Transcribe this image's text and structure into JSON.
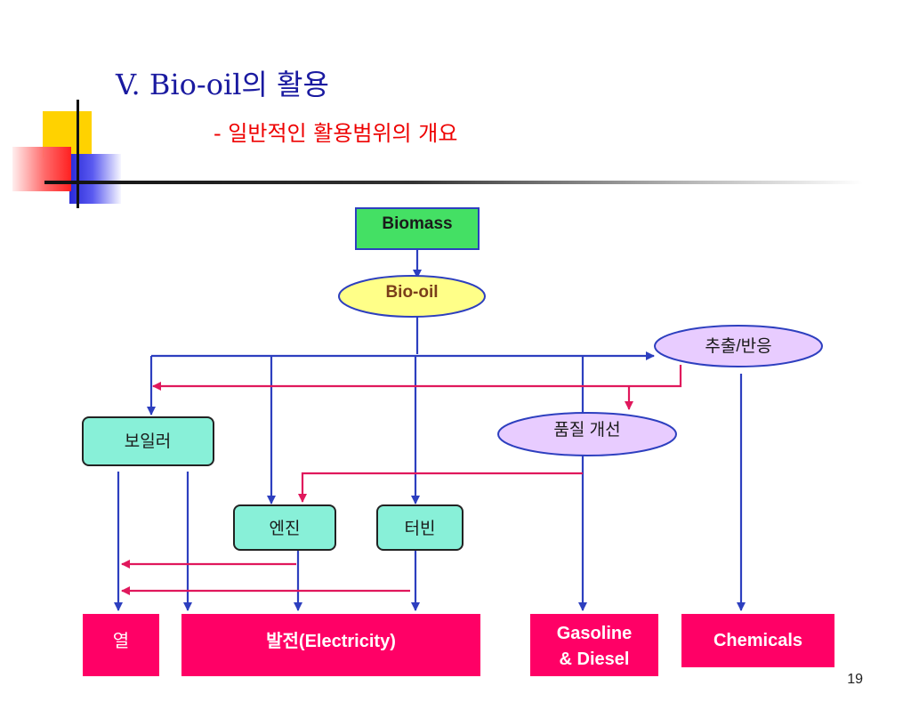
{
  "title": "V. Bio-oil의 활용",
  "subtitle": "- 일반적인 활용범위의 개요",
  "nodes": {
    "biomass": "Biomass",
    "bio_oil": "Bio-oil",
    "extraction": "추출/반응",
    "upgrading": "품질 개선",
    "boiler": "보일러",
    "engine": "엔진",
    "turbine": "터빈",
    "heat": "열",
    "electricity": "발전(Electricity)",
    "fuel_line1": "Gasoline",
    "fuel_line2": "& Diesel",
    "chemicals": "Chemicals"
  },
  "colors": {
    "flow_arrow": "#2d3fbf",
    "return_arrow": "#e0185c",
    "biomass_fill": "#44e064",
    "bio_oil_fill": "#ffff88",
    "process_fill": "#e8ccff",
    "equipment_fill": "#88f0d8",
    "output_fill": "#ff0066"
  },
  "page_number": "19"
}
